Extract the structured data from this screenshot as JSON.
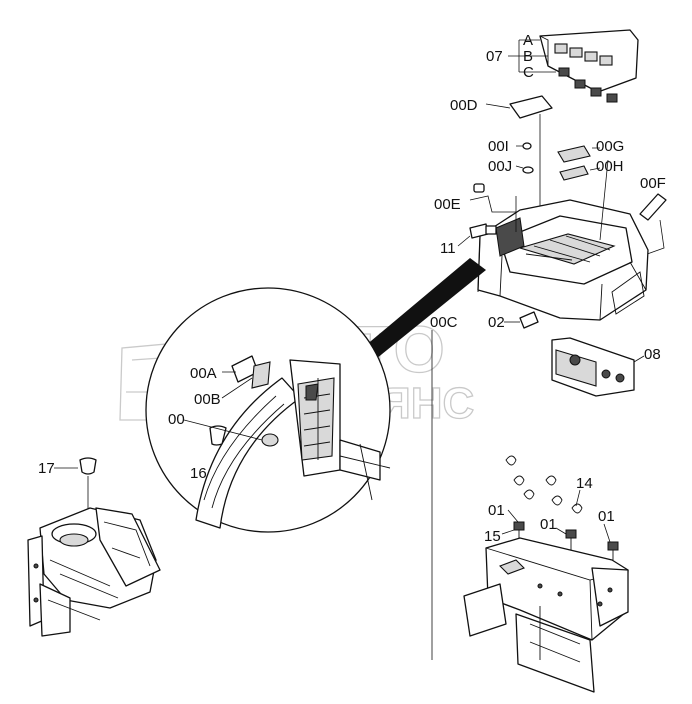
{
  "labels": {
    "l07": "07",
    "lA": "A",
    "lB": "B",
    "lC": "C",
    "l00D": "00D",
    "l00I": "00I",
    "l00J": "00J",
    "l00G": "00G",
    "l00H": "00H",
    "l00E": "00E",
    "l00F": "00F",
    "l11": "11",
    "l00C": "00C",
    "l02": "02",
    "l08": "08",
    "l00A": "00A",
    "l00B": "00B",
    "l00": "00",
    "l16": "16",
    "l17": "17",
    "l14": "14",
    "l01a": "01",
    "l15": "15",
    "l01b": "01",
    "l01c": "01"
  },
  "watermark": {
    "line1": "АВТО",
    "line2": "АЛЬЯНС"
  }
}
